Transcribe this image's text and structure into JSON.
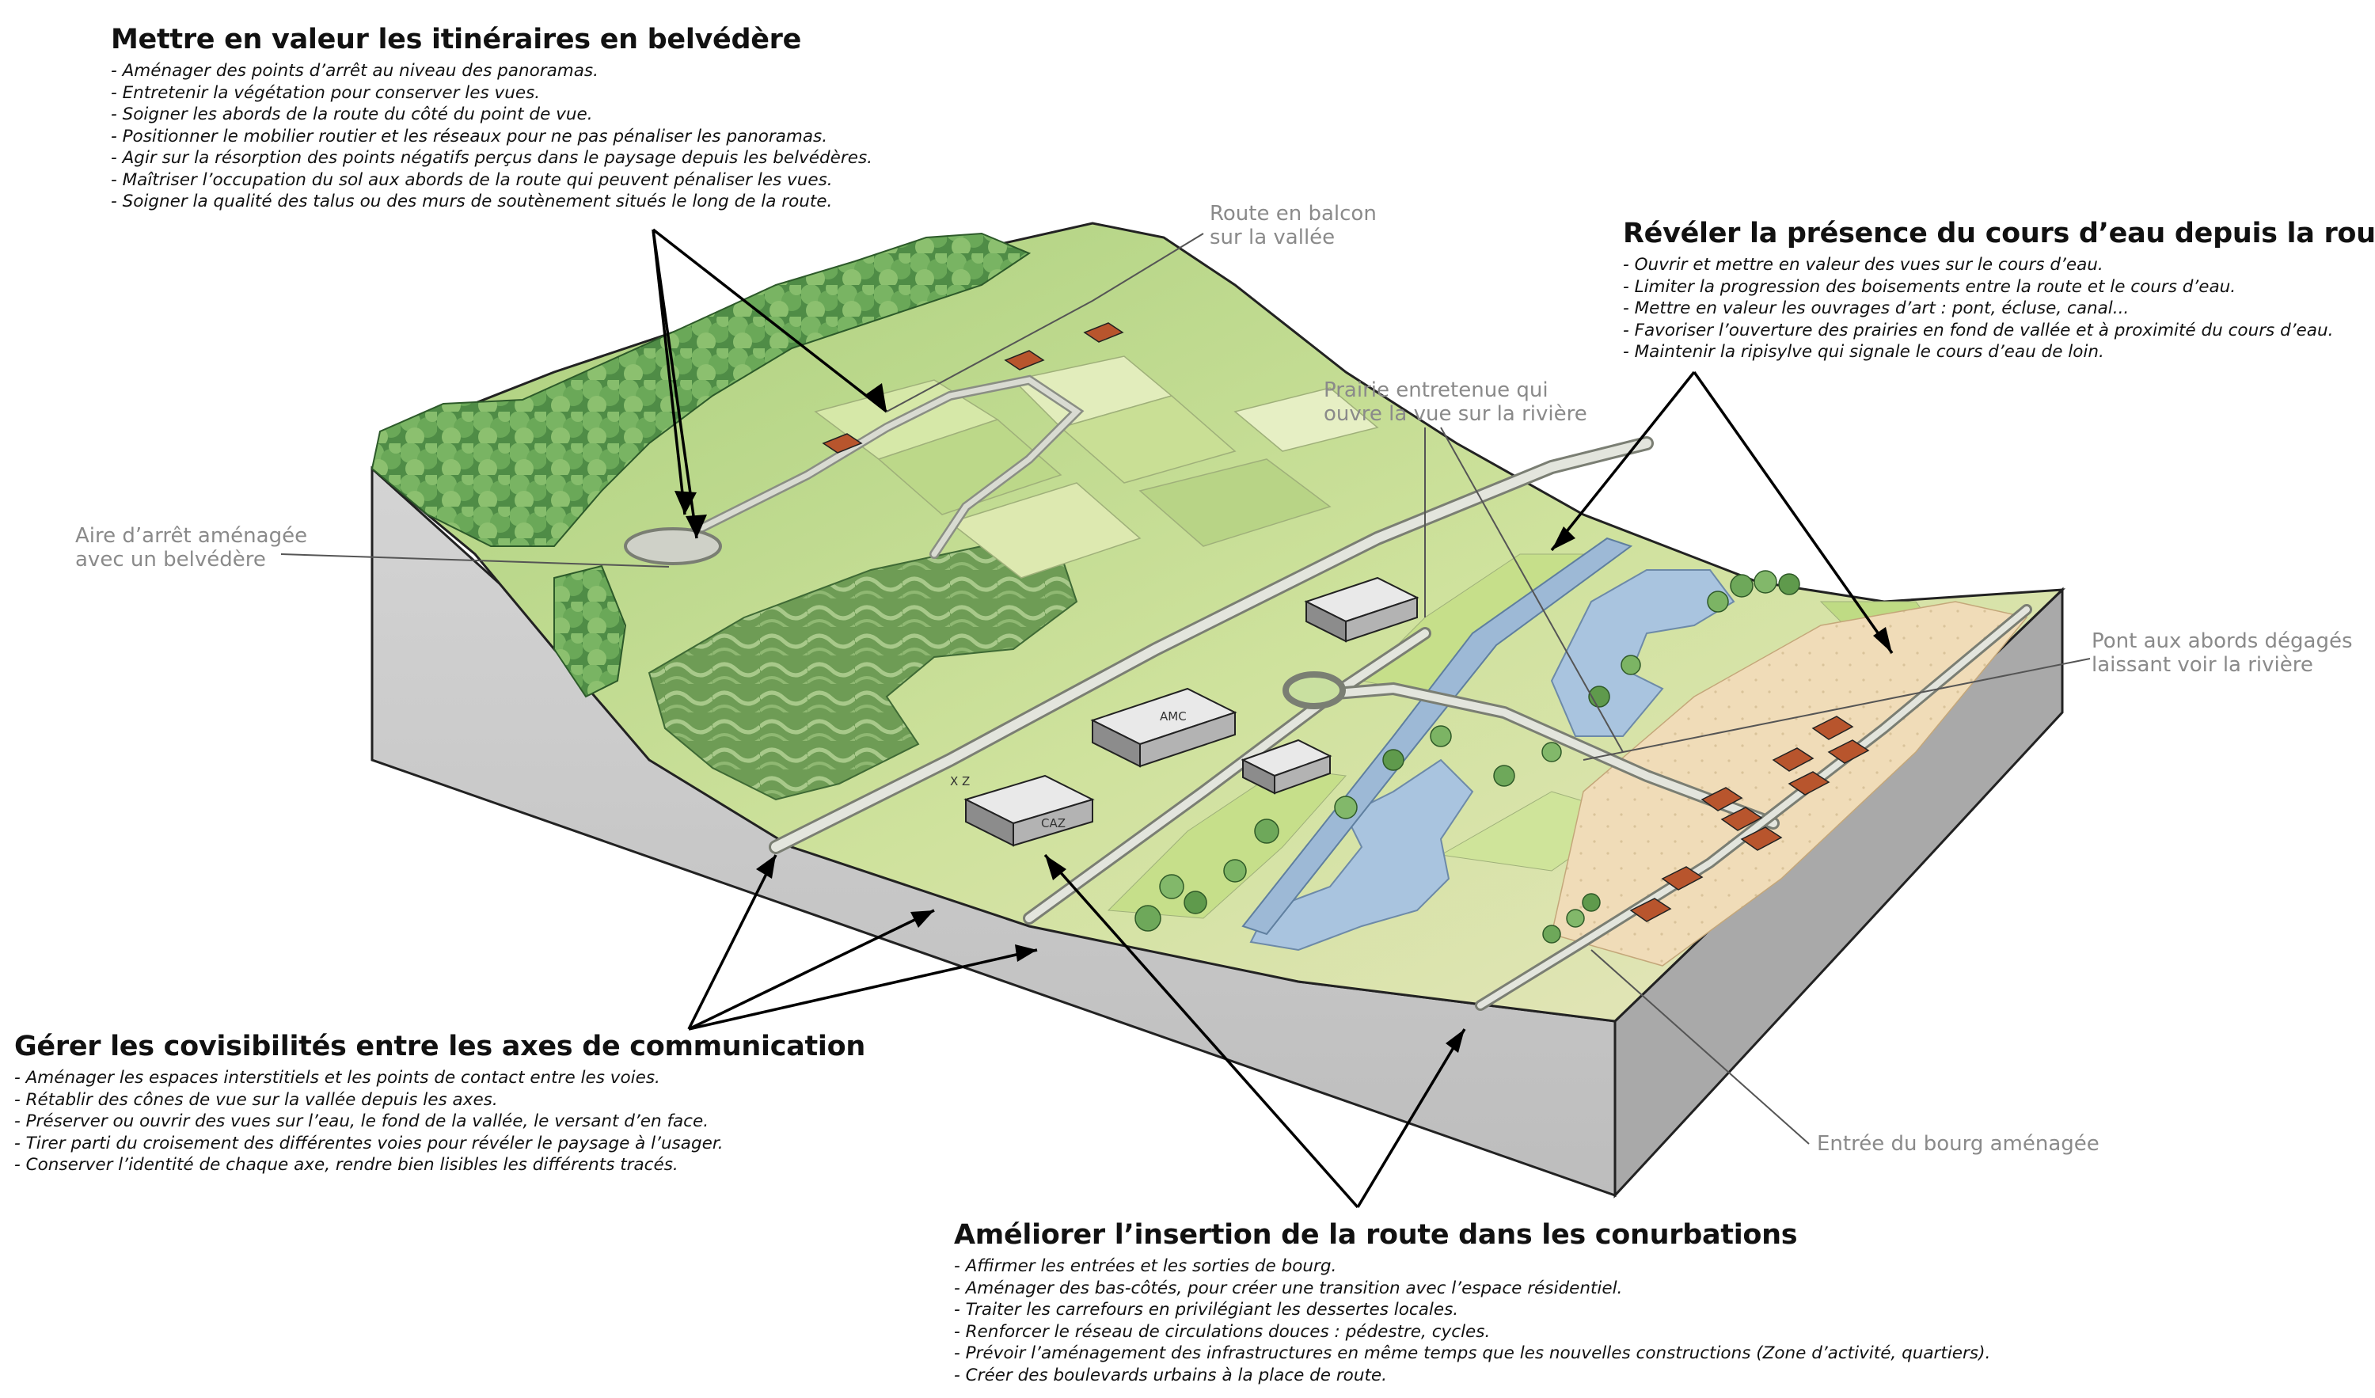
{
  "blocks": {
    "belvedere": {
      "title": "Mettre en valeur les itinéraires en belvédère",
      "items": [
        "- Aménager des points d’arrêt au niveau des panoramas.",
        "- Entretenir la végétation pour conserver les vues.",
        "- Soigner les abords de la route du côté du point de vue.",
        "- Positionner le mobilier routier et les réseaux pour ne pas pénaliser les panoramas.",
        "- Agir sur la résorption des points négatifs perçus dans le paysage depuis les belvédères.",
        "- Maîtriser l’occupation du sol aux abords de la route qui peuvent pénaliser les vues.",
        "- Soigner la qualité des talus ou des murs de soutènement situés le long de la route."
      ]
    },
    "cours_eau": {
      "title": "Révéler la présence du cours d’eau depuis la route",
      "items": [
        "- Ouvrir et mettre en valeur des vues sur le cours d’eau.",
        "- Limiter la progression des boisements entre la route et le cours d’eau.",
        "- Mettre en valeur les ouvrages d’art : pont, écluse, canal...",
        "- Favoriser l’ouverture des prairies en fond de vallée et à proximité du cours d’eau.",
        "- Maintenir la ripisylve qui signale le cours d’eau de loin."
      ]
    },
    "covisibilites": {
      "title": "Gérer les covisibilités entre les axes de communication",
      "items": [
        "- Aménager les espaces interstitiels et les points de contact entre les voies.",
        "- Rétablir des cônes de vue sur la vallée depuis les axes.",
        "- Préserver ou ouvrir des vues sur l’eau, le fond de la vallée, le versant d’en face.",
        "- Tirer parti du croisement des différentes voies pour révéler le paysage à l’usager.",
        "- Conserver l’identité de chaque axe, rendre bien lisibles les différents tracés."
      ]
    },
    "conurbations": {
      "title": "Améliorer l’insertion de la route dans les conurbations",
      "items": [
        "- Affirmer les entrées et les sorties de bourg.",
        "- Aménager des bas-côtés, pour créer une transition avec l’espace résidentiel.",
        "- Traiter les carrefours en privilégiant les dessertes locales.",
        "- Renforcer le réseau de circulations douces : pédestre, cycles.",
        "- Prévoir l’aménagement des infrastructures en même temps que les nouvelles constructions (Zone d’activité, quartiers).",
        "- Créer des boulevards urbains à la place de route."
      ]
    }
  },
  "notes": {
    "route_balcon": "Route en balcon\nsur la vallée",
    "prairie": "Prairie entretenue qui\nouvre la vue sur la rivière",
    "aire_arret": "Aire d’arrêt aménagée\navec un belvédère",
    "pont": "Pont aux abords dégagés\nlaissant voir la rivière",
    "entree_bourg": "Entrée du bourg aménagée"
  },
  "signs": {
    "sign_a": "AMC",
    "sign_b": "CAZ",
    "sign_c": "X Z"
  },
  "colors": {
    "block_side": "#c8c8c8",
    "forest": "#5f9a55",
    "meadow": "#c4dc8e",
    "field": "#d9e6b2",
    "river": "#a8c4de",
    "town_ground": "#efd9b5",
    "road": "#d0d3c8",
    "roof": "#b8552d",
    "leader_line": "#000000",
    "note_text": "#8a8a8a"
  }
}
